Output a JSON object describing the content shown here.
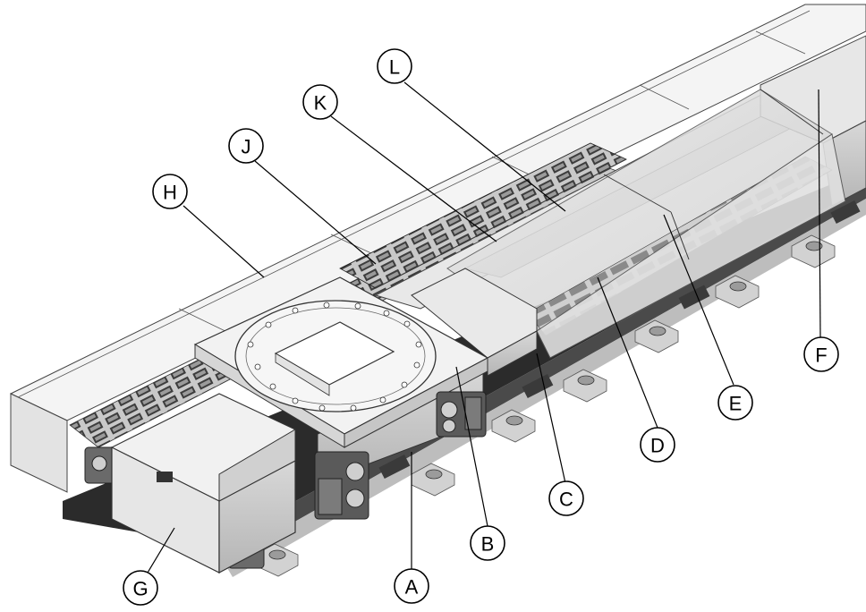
{
  "diagram": {
    "callouts": [
      {
        "id": "A",
        "label": "A"
      },
      {
        "id": "B",
        "label": "B"
      },
      {
        "id": "C",
        "label": "C"
      },
      {
        "id": "D",
        "label": "D"
      },
      {
        "id": "E",
        "label": "E"
      },
      {
        "id": "F",
        "label": "F"
      },
      {
        "id": "G",
        "label": "G"
      },
      {
        "id": "H",
        "label": "H"
      },
      {
        "id": "J",
        "label": "J"
      },
      {
        "id": "K",
        "label": "K"
      },
      {
        "id": "L",
        "label": "L"
      }
    ]
  },
  "colors": {
    "cover": "#f1f1f1",
    "cover_side": "#cfcfcf",
    "rail": "#2b2b2b",
    "glass": "#dcdcdc",
    "motor": "#5a5a5a"
  },
  "icons": [
    "gear-motor-icon",
    "cable-chain-icon",
    "bolt-icon"
  ]
}
